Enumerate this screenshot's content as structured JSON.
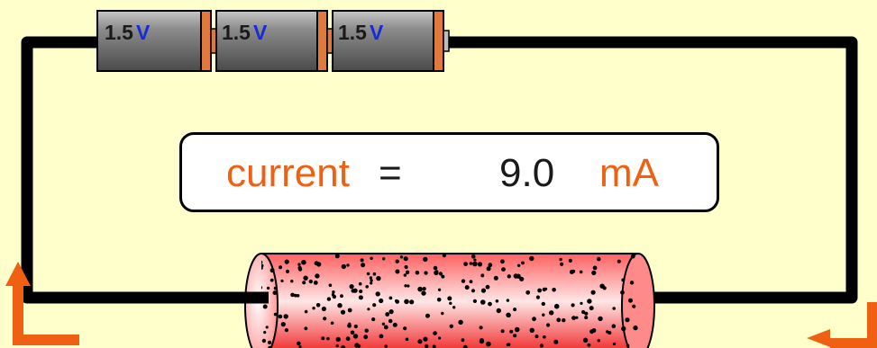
{
  "batteries": [
    {
      "value": "1.5",
      "unit": "V"
    },
    {
      "value": "1.5",
      "unit": "V"
    },
    {
      "value": "1.5",
      "unit": "V"
    }
  ],
  "readout": {
    "label": "current",
    "equals": "=",
    "value": "9.0",
    "unit": "mA"
  },
  "colors": {
    "background": "#ffffcc",
    "wire": "#000000",
    "battery_body": "#7a7a7a",
    "battery_terminal": "#e07a3c",
    "resistor": "#ee1111",
    "arrow": "#f06012",
    "label_accent": "#f06012",
    "volt_unit": "#1a2bd6"
  },
  "icons": [
    "current-direction-arrow-left",
    "current-direction-arrow-right",
    "charge-carrier-dots"
  ]
}
